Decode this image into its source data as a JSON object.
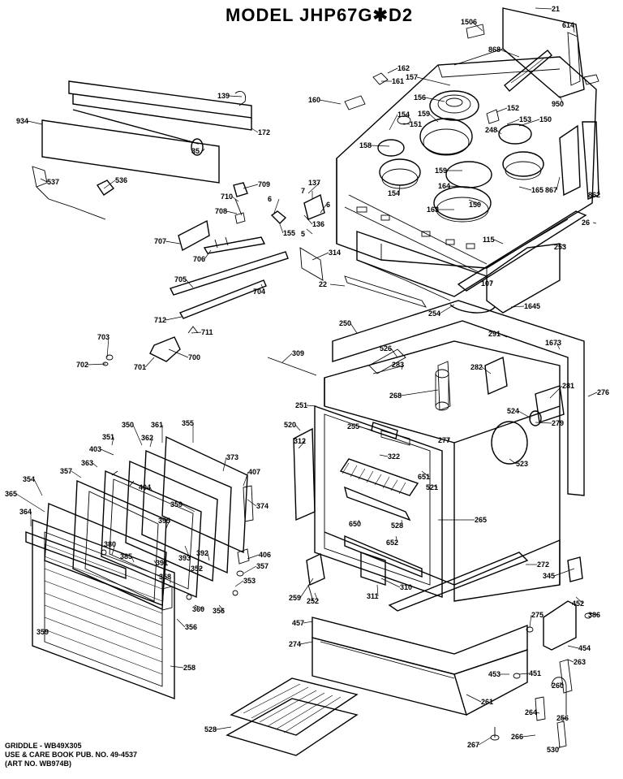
{
  "title": "MODEL  JHP67G✱D2",
  "notes": [
    "GRIDDLE - WB49X305",
    "USE & CARE BOOK PUB. NO. 49-4537",
    "(ART NO. WB974B)"
  ],
  "callouts": [
    "21",
    "614",
    "1506",
    "868",
    "162",
    "161",
    "157",
    "156",
    "160",
    "159",
    "950",
    "152",
    "150",
    "153",
    "151",
    "248",
    "154",
    "158",
    "150",
    "165",
    "164",
    "159",
    "163",
    "154",
    "867",
    "862",
    "26",
    "253",
    "115",
    "107",
    "1645",
    "139",
    "172",
    "934",
    "35",
    "537",
    "536",
    "709",
    "710",
    "708",
    "6",
    "155",
    "7",
    "137",
    "6",
    "136",
    "5",
    "314",
    "22",
    "254",
    "707",
    "706",
    "705",
    "704",
    "712",
    "711",
    "703",
    "702",
    "701",
    "700",
    "309",
    "250",
    "526",
    "283",
    "282",
    "281",
    "291",
    "1673",
    "276",
    "268",
    "251",
    "279",
    "524",
    "520",
    "255",
    "312",
    "322",
    "277",
    "523",
    "651",
    "521",
    "265",
    "650",
    "528",
    "652",
    "350",
    "361",
    "355",
    "351",
    "362",
    "373",
    "407",
    "403",
    "363",
    "357",
    "354",
    "359",
    "404",
    "374",
    "365",
    "395",
    "364",
    "380",
    "385",
    "391",
    "393",
    "392",
    "352",
    "406",
    "357",
    "353",
    "358",
    "360",
    "356",
    "356",
    "359",
    "258",
    "259",
    "252",
    "311",
    "310",
    "272",
    "345",
    "452",
    "275",
    "386",
    "457",
    "274",
    "454",
    "453",
    "451",
    "261",
    "263",
    "260",
    "264",
    "256",
    "267",
    "266",
    "530",
    "528"
  ]
}
